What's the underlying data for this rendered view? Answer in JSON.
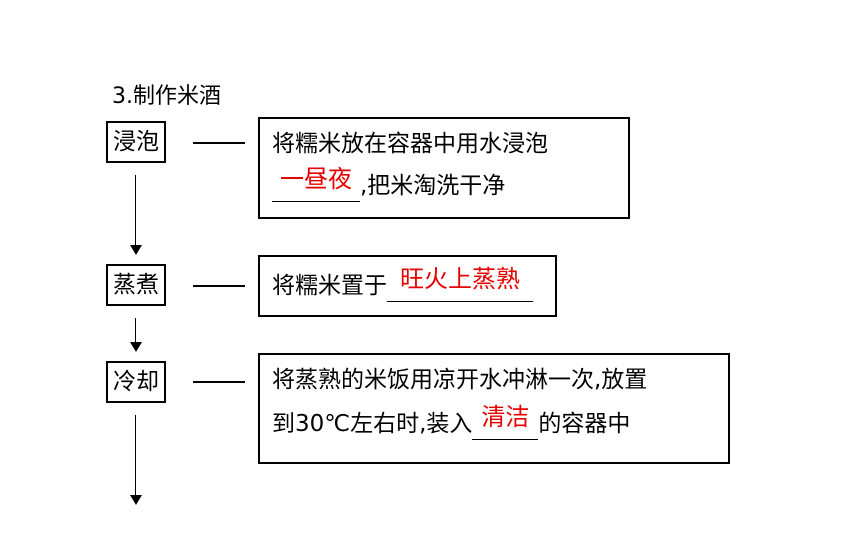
{
  "title": "3.制作米酒",
  "steps": [
    {
      "label": "浸泡",
      "line1": "将糯米放在容器中用水浸泡",
      "line2_after": ",把米淘洗干净",
      "answer": "一昼夜"
    },
    {
      "label": "蒸煮",
      "text_before": "将糯米置于",
      "answer": "旺火上蒸熟"
    },
    {
      "label": "冷却",
      "line1": "将蒸熟的米饭用凉开水冲淋一次,放置",
      "line2_before": "到30℃左右时,装入",
      "answer": "清洁",
      "line2_after": "的容器中"
    }
  ],
  "colors": {
    "answer": "#e60000",
    "line": "#000000"
  }
}
